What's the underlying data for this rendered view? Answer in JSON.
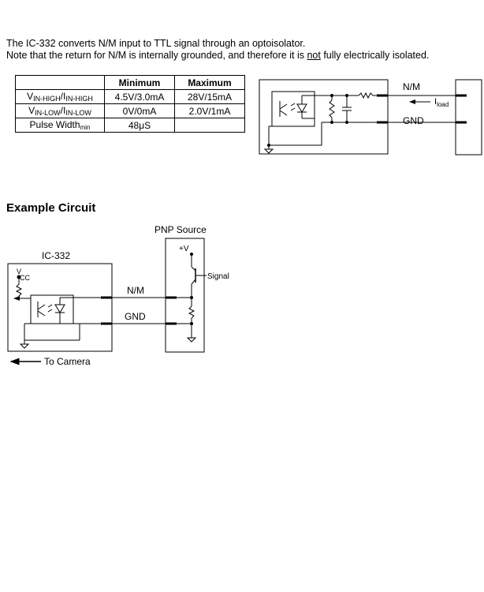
{
  "intro": {
    "line1": "The IC-332 converts N/M input to TTL signal through an optoisolator.",
    "line2_pre": "Note that the return for N/M is internally grounded, and therefore it is ",
    "line2_u": "not",
    "line2_post": " fully electrically isolated."
  },
  "spec_table": {
    "headers": [
      "",
      "Minimum",
      "Maximum"
    ],
    "rows": [
      {
        "label_main": "V",
        "label_sub": "IN-HIGH",
        "label_sep": "/I",
        "label_sub2": "IN-HIGH",
        "min": "4.5V/3.0mA",
        "max": "28V/15mA"
      },
      {
        "label_main": "V",
        "label_sub": "IN-LOW",
        "label_sep": "/I",
        "label_sub2": "IN-LOW",
        "min": "0V/0mA",
        "max": "2.0V/1mA"
      },
      {
        "label_main": "Pulse Width",
        "label_sub": "min",
        "min": "48μS",
        "max": ""
      }
    ]
  },
  "top_diagram": {
    "nm_label": "N/M",
    "gnd_label": "GND",
    "iload_main": "I",
    "iload_sub": "load"
  },
  "example": {
    "heading": "Example Circuit",
    "pnp_title": "PNP Source",
    "plus_v": "+V",
    "signal": "Signal",
    "ic_title": "IC-332",
    "vcc_v": "V",
    "vcc_cc": "CC",
    "nm_label": "N/M",
    "gnd_label": "GND",
    "to_camera": "To Camera"
  }
}
